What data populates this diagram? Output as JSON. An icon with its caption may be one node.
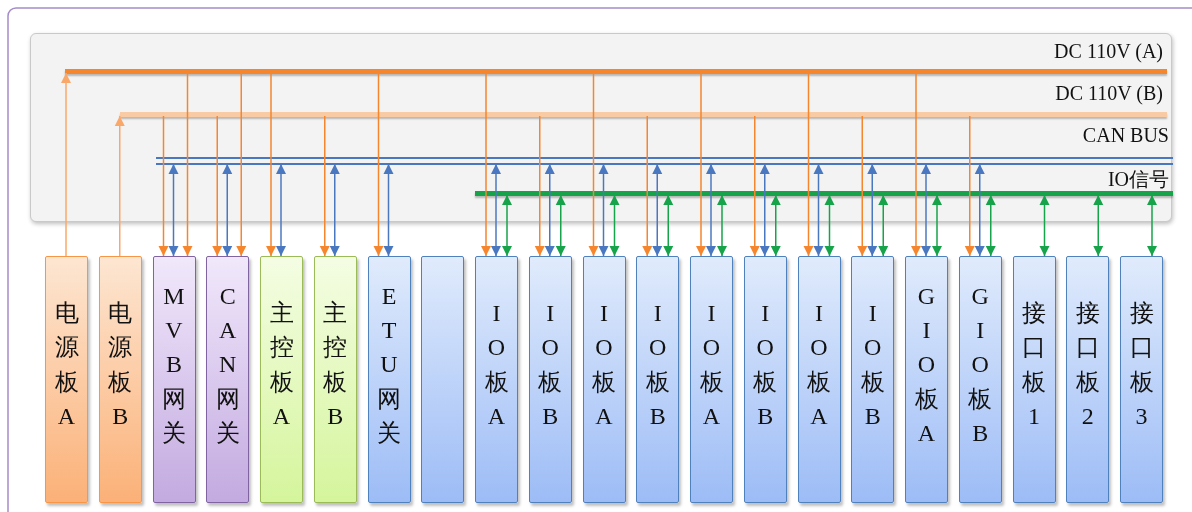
{
  "diagram": {
    "nodes": [
      {
        "text": [],
        "shape": "box"
      },
      {
        "text": [
          "DC 110V (A)"
        ],
        "in": 0
      },
      {
        "text": [
          "DC 110V (B)"
        ],
        "in": 0
      },
      {
        "text": [
          "CAN BUS"
        ],
        "in": 0
      },
      {
        "text": [
          "IO信号"
        ],
        "in": 0
      },
      {
        "text": [
          "电源板A"
        ]
      },
      {
        "text": [
          "电源板B"
        ]
      },
      {
        "text": [
          "MVB网关"
        ]
      },
      {
        "text": [
          "CAN网关"
        ]
      },
      {
        "text": [
          "主控板A"
        ]
      },
      {
        "text": [
          "主控板B"
        ]
      },
      {
        "text": [
          "ETU网关"
        ]
      },
      {
        "text": [],
        "shape": "box"
      },
      {
        "text": [
          "IO板A"
        ]
      },
      {
        "text": [
          "IO板B"
        ]
      },
      {
        "text": [
          "IO板A"
        ]
      },
      {
        "text": [
          "IO板B"
        ]
      },
      {
        "text": [
          "IO板A"
        ]
      },
      {
        "text": [
          "IO板B"
        ]
      },
      {
        "text": [
          "IO板A"
        ]
      },
      {
        "text": [
          "IO板B"
        ]
      },
      {
        "text": [
          "GIO板A"
        ]
      },
      {
        "text": [
          "GIO板B"
        ]
      },
      {
        "text": [
          "接口板1"
        ]
      },
      {
        "text": [
          "接口板2"
        ]
      },
      {
        "text": [
          "接口板3"
        ]
      }
    ],
    "edges": [
      {
        "from": 5,
        "to": 1,
        "arrow": "to",
        "color": "#f9a86a"
      },
      {
        "from": 6,
        "to": 2,
        "arrow": "to",
        "color": "#f9a86a"
      },
      {
        "from": 1,
        "to": 7,
        "arrow": "to",
        "color": "#f5862e"
      },
      {
        "from": 1,
        "to": 8,
        "arrow": "to",
        "color": "#f5862e"
      },
      {
        "from": 1,
        "to": 9,
        "arrow": "to",
        "color": "#f5862e"
      },
      {
        "from": 1,
        "to": 11,
        "arrow": "to",
        "color": "#f5862e"
      },
      {
        "from": 1,
        "to": 13,
        "arrow": "to",
        "color": "#f5862e"
      },
      {
        "from": 1,
        "to": 15,
        "arrow": "to",
        "color": "#f5862e"
      },
      {
        "from": 1,
        "to": 17,
        "arrow": "to",
        "color": "#f5862e"
      },
      {
        "from": 1,
        "to": 19,
        "arrow": "to",
        "color": "#f5862e"
      },
      {
        "from": 1,
        "to": 21,
        "arrow": "to",
        "color": "#f5862e"
      },
      {
        "from": 2,
        "to": 7,
        "arrow": "to",
        "color": "#f5862e"
      },
      {
        "from": 2,
        "to": 8,
        "arrow": "to",
        "color": "#f5862e"
      },
      {
        "from": 2,
        "to": 10,
        "arrow": "to",
        "color": "#f5862e"
      },
      {
        "from": 2,
        "to": 14,
        "arrow": "to",
        "color": "#f5862e"
      },
      {
        "from": 2,
        "to": 16,
        "arrow": "to",
        "color": "#f5862e"
      },
      {
        "from": 2,
        "to": 18,
        "arrow": "to",
        "color": "#f5862e"
      },
      {
        "from": 2,
        "to": 20,
        "arrow": "to",
        "color": "#f5862e"
      },
      {
        "from": 2,
        "to": 22,
        "arrow": "to",
        "color": "#f5862e"
      },
      {
        "from": 3,
        "to": 7,
        "arrow": "both",
        "color": "#4a78c0"
      },
      {
        "from": 3,
        "to": 8,
        "arrow": "both",
        "color": "#4a78c0"
      },
      {
        "from": 3,
        "to": 9,
        "arrow": "both",
        "color": "#4a78c0"
      },
      {
        "from": 3,
        "to": 10,
        "arrow": "both",
        "color": "#4a78c0"
      },
      {
        "from": 3,
        "to": 11,
        "arrow": "both",
        "color": "#4a78c0"
      },
      {
        "from": 3,
        "to": 13,
        "arrow": "both",
        "color": "#4a78c0"
      },
      {
        "from": 3,
        "to": 14,
        "arrow": "both",
        "color": "#4a78c0"
      },
      {
        "from": 3,
        "to": 15,
        "arrow": "both",
        "color": "#4a78c0"
      },
      {
        "from": 3,
        "to": 16,
        "arrow": "both",
        "color": "#4a78c0"
      },
      {
        "from": 3,
        "to": 17,
        "arrow": "both",
        "color": "#4a78c0"
      },
      {
        "from": 3,
        "to": 18,
        "arrow": "both",
        "color": "#4a78c0"
      },
      {
        "from": 3,
        "to": 19,
        "arrow": "both",
        "color": "#4a78c0"
      },
      {
        "from": 3,
        "to": 20,
        "arrow": "both",
        "color": "#4a78c0"
      },
      {
        "from": 3,
        "to": 21,
        "arrow": "both",
        "color": "#4a78c0"
      },
      {
        "from": 3,
        "to": 22,
        "arrow": "both",
        "color": "#4a78c0"
      },
      {
        "from": 4,
        "to": 13,
        "arrow": "both",
        "color": "#17a34a"
      },
      {
        "from": 4,
        "to": 14,
        "arrow": "both",
        "color": "#17a34a"
      },
      {
        "from": 4,
        "to": 15,
        "arrow": "both",
        "color": "#17a34a"
      },
      {
        "from": 4,
        "to": 16,
        "arrow": "both",
        "color": "#17a34a"
      },
      {
        "from": 4,
        "to": 17,
        "arrow": "both",
        "color": "#17a34a"
      },
      {
        "from": 4,
        "to": 18,
        "arrow": "both",
        "color": "#17a34a"
      },
      {
        "from": 4,
        "to": 19,
        "arrow": "both",
        "color": "#17a34a"
      },
      {
        "from": 4,
        "to": 20,
        "arrow": "both",
        "color": "#17a34a"
      },
      {
        "from": 4,
        "to": 21,
        "arrow": "both",
        "color": "#17a34a"
      },
      {
        "from": 4,
        "to": 22,
        "arrow": "both",
        "color": "#17a34a"
      },
      {
        "from": 4,
        "to": 23,
        "arrow": "both",
        "color": "#17a34a"
      },
      {
        "from": 4,
        "to": 24,
        "arrow": "both",
        "color": "#17a34a"
      },
      {
        "from": 4,
        "to": 25,
        "arrow": "both",
        "color": "#17a34a"
      }
    ]
  }
}
